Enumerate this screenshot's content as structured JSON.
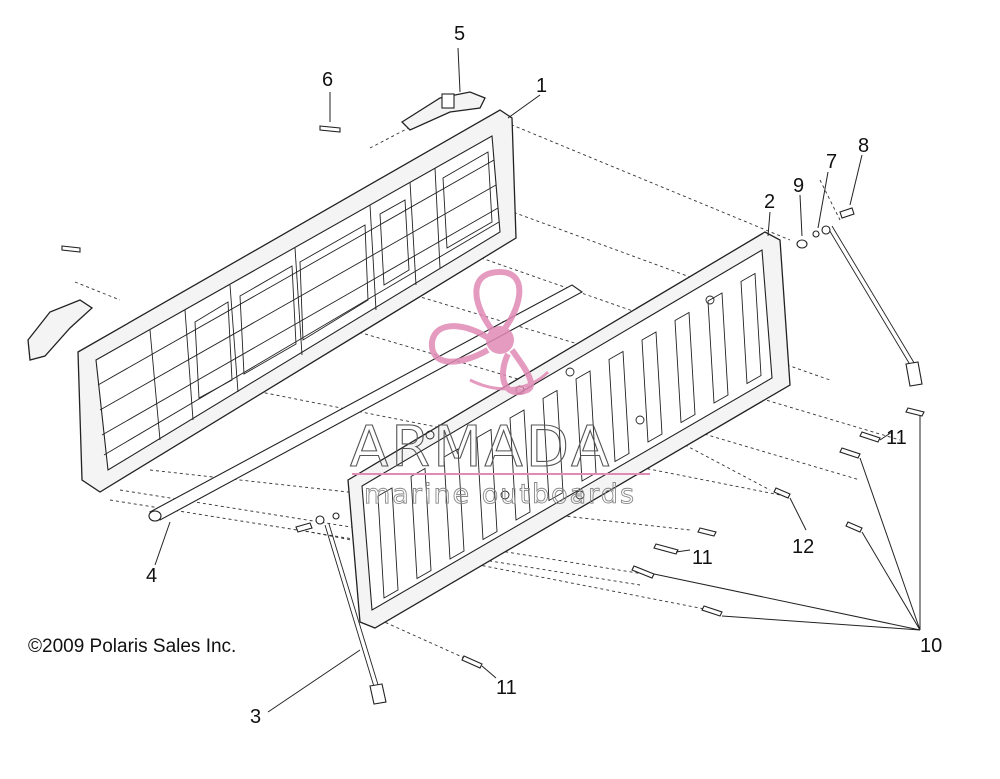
{
  "copyright": "©2009 Polaris Sales Inc.",
  "watermark": {
    "title": "ARMADA",
    "subtitle": "marine outboards",
    "logo_color": "#e08ab4"
  },
  "callouts": {
    "c1": "1",
    "c2": "2",
    "c3": "3",
    "c4": "4",
    "c5": "5",
    "c6": "6",
    "c7": "7",
    "c8": "8",
    "c9": "9",
    "c10": "10",
    "c11a": "11",
    "c11b": "11",
    "c11c": "11",
    "c12": "12"
  }
}
